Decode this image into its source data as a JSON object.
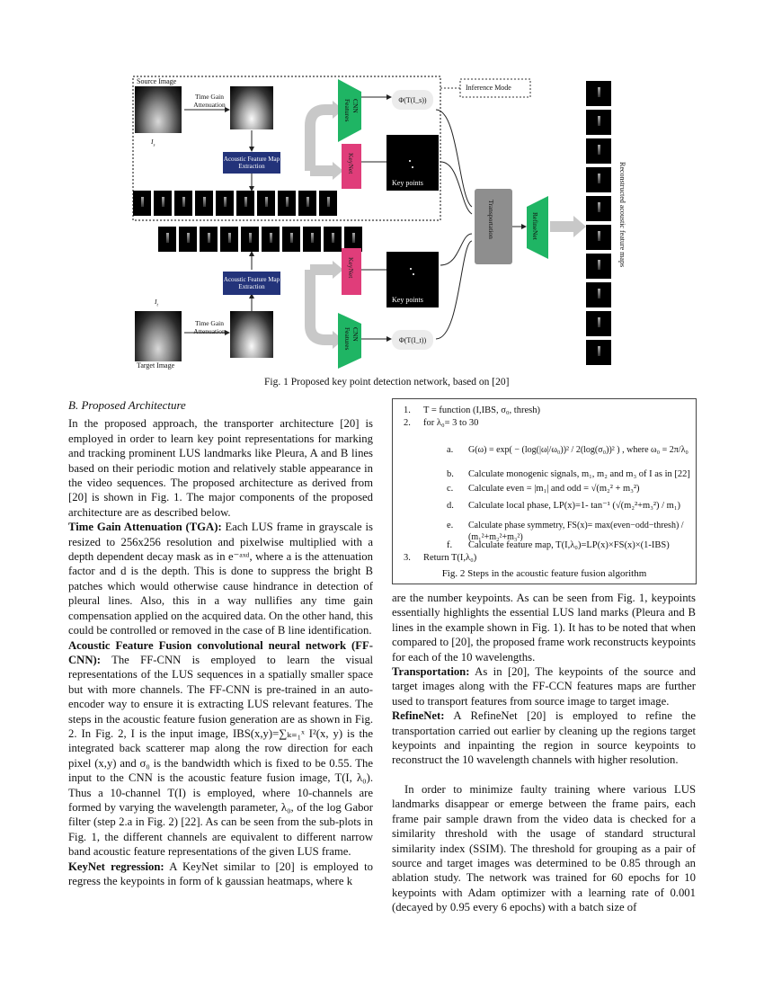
{
  "figure1": {
    "caption": "Fig. 1 Proposed key point detection network, based on [20]",
    "source_image_label": "Source Image",
    "target_image_label": "Target Image",
    "source_sym": "I",
    "source_sub": "s",
    "target_sym": "I",
    "target_sub": "t",
    "tga_label_top": "Time Gain Attenuation",
    "tga_label_bottom": "Time Gain Attenuation",
    "afme_top": "Acoustic Feature Map Extraction",
    "afme_bottom": "Acoustic Feature Map Extraction",
    "cnn_features": "CNN Features",
    "keynet": "KeyNet",
    "key_points": "Key points",
    "phi_top": "Φ(T(I_s))",
    "phi_bottom": "Φ(T(I_t))",
    "inference_mode": "Inference Mode",
    "transportation": "Transportation",
    "refinenet": "RefineNet",
    "reconstructed": "Reconstructed acoustic feature maps"
  },
  "figure2": {
    "caption": "Fig. 2 Steps in the acoustic feature fusion algorithm",
    "step1_num": "1.",
    "step1": "T = function (I,IBS, σ₀, thresh)",
    "step2_num": "2.",
    "step2": "for λ₀= 3 to 30",
    "a_label": "a.",
    "a_text": "G(ω) = exp( − (log(|ω|/ω₀))² / 2(log(σ₀))² ) , where ω₀ = 2π/λ₀",
    "b_label": "b.",
    "b_text": "Calculate monogenic signals, m₁, m₂ and m₃ of I as in [22]",
    "c_label": "c.",
    "c_text": "Calculate even = |m₁| and odd = √(m₂² + m₃²)",
    "d_label": "d.",
    "d_text": "Calculate local phase, LP(x)=1- tan⁻¹ (√(m₂²+m₃²) / m₁)",
    "e_label": "e.",
    "e_text": "Calculate phase symmetry, FS(x)= max(even−odd−thresh) / (m₁²+m₂²+m₃²)",
    "f_label": "f.",
    "f_text": "Calculate feature map, T(I,λ₀)=LP(x)×FS(x)×(1-IBS)",
    "step3_num": "3.",
    "step3": "Return T(I,λ₀)"
  },
  "left_column": {
    "heading": "B.  Proposed Architecture",
    "p1": "In the proposed approach, the transporter architecture [20] is employed in order to learn key point representations for marking and tracking prominent LUS landmarks like Pleura, A and B lines based on their periodic motion and relatively stable appearance in the video sequences. The proposed architecture as derived from [20] is shown in Fig. 1. The major components of the proposed architecture are as described below.",
    "tga_head": "Time Gain Attenuation (TGA):",
    "tga_body": " Each LUS frame in grayscale is resized to 256x256 resolution and pixelwise multiplied with a depth dependent decay mask as in e⁻ᵃˣᵈ, where a is the attenuation factor and d is the depth. This is done to suppress the bright B patches which would otherwise cause hindrance in detection of pleural lines. Also, this in a way nullifies any time gain compensation applied on the acquired data. On the other hand, this could be controlled or removed in the case of B line identification.",
    "ff_head": "Acoustic Feature Fusion convolutional neural network (FF-CNN):",
    "ff_body": " The FF-CNN is employed to learn the visual representations of the LUS sequences in a spatially smaller space but with more channels. The FF-CNN is pre-trained in an auto-encoder way to ensure it is extracting LUS relevant features. The steps in the acoustic feature fusion generation are as shown in Fig. 2. In Fig. 2, I is the input image, IBS(x,y)=∑ₖ₌₁ˣ I²(x, y) is the integrated back scatterer map along the row direction for each pixel (x,y) and σ₀ is the bandwidth which is fixed to be 0.55. The input to the CNN is the acoustic feature fusion image, T(I, λ₀). Thus a 10-channel T(I) is employed, where 10-channels are formed by varying the wavelength parameter, λ₀, of the log Gabor filter (step 2.a in Fig. 2) [22]. As can be seen from the sub-plots in Fig. 1, the different channels are equivalent to different narrow band acoustic feature representations of the given LUS frame.",
    "kn_head": "KeyNet regression:",
    "kn_body": " A KeyNet similar to [20] is employed to regress the keypoints in form of k gaussian heatmaps, where k"
  },
  "right_column": {
    "p_cont": "are the number keypoints. As can be seen from Fig. 1, keypoints essentially highlights the essential LUS land marks (Pleura and B lines in the example shown in Fig. 1). It has to be noted that when compared to [20], the proposed frame work reconstructs keypoints for each of the 10 wavelengths.",
    "tr_head": "Transportation:",
    "tr_body": " As in [20], The keypoints of the source and target images along with the FF-CCN features maps are further used to transport features from source image to target image.",
    "rn_head": "RefineNet:",
    "rn_body": " A RefineNet [20] is employed to refine the transportation carried out earlier by cleaning up the regions target keypoints and inpainting the region in source keypoints to reconstruct the 10 wavelength channels with higher resolution.",
    "p_last": "In order to minimize faulty training where various LUS landmarks disappear or emerge between the frame pairs, each frame pair sample drawn from the video data is checked for a similarity threshold with the usage of standard structural similarity index (SSIM). The threshold for grouping as a pair of source and target images was determined to be 0.85 through an ablation study. The network was trained for 60 epochs for 10 keypoints with Adam optimizer with a learning rate of 0.001 (decayed by 0.95 every 6 epochs) with a batch size of"
  }
}
